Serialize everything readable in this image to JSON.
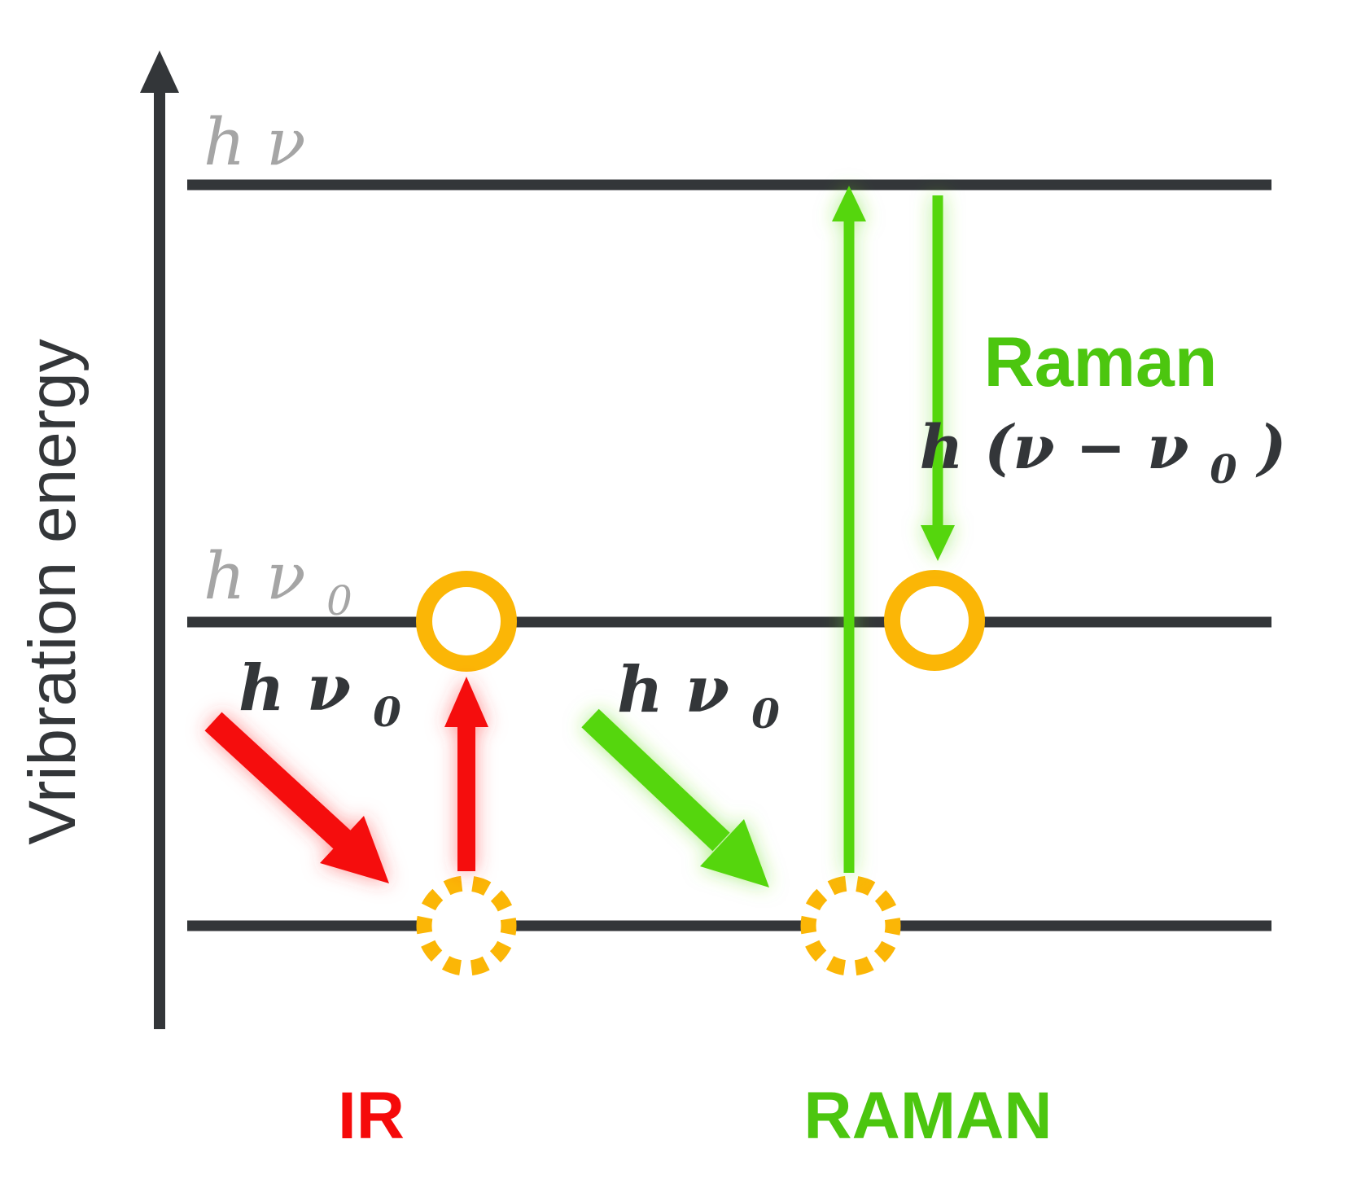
{
  "title": "IR vs Raman vibrational energy level diagram",
  "colors": {
    "charcoal": "#333639",
    "gray_label": "#A5A5A5",
    "red": "#F50A0A",
    "green_arrow": "#55D611",
    "green_text": "#4CC60F",
    "orange": "#FBB606"
  },
  "axis": {
    "label": "Vribration energy"
  },
  "levels": {
    "top_label_main": "h ν",
    "mid_label_main": "h ν",
    "mid_label_sub": "0"
  },
  "ir": {
    "incident_label_main": "h ν",
    "incident_label_sub": "0",
    "footer_label": "IR"
  },
  "raman": {
    "incident_label_main": "h ν",
    "incident_label_sub": "0",
    "title": "Raman",
    "formula_pre": "h (ν − ν",
    "formula_sub": "0",
    "formula_post": ")",
    "footer_label": "RAMAN"
  }
}
